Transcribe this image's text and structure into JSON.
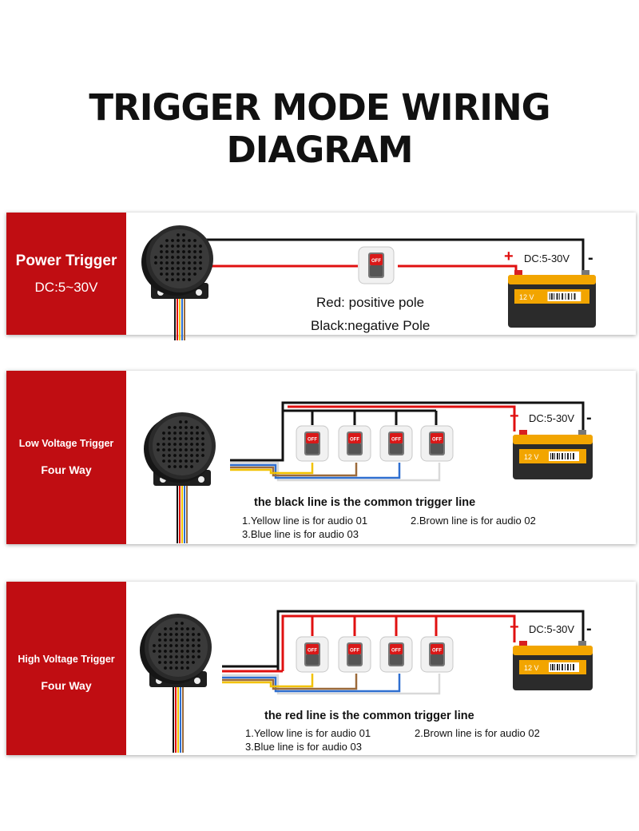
{
  "title": "TRIGGER MODE WIRING DIAGRAM",
  "panels": {
    "power": {
      "label": "Power Trigger",
      "voltage": "DC:5~30V",
      "dc_range": "DC:5-30V",
      "plus": "+",
      "minus": "-",
      "legend": [
        "Red: positive pole",
        "Black:negative Pole"
      ],
      "switch_text": "OFF",
      "battery_label": "12 V"
    },
    "low": {
      "label": "Low Voltage Trigger",
      "sub": "Four Way",
      "dc_range": "DC:5-30V",
      "plus": "+",
      "minus": "-",
      "common": "the black line is the common trigger line",
      "notes": [
        "1.Yellow line is for audio 01",
        "2.Brown line is for audio 02",
        "3.Blue line is for audio 03"
      ],
      "switch_text": "OFF",
      "battery_label": "12 V"
    },
    "high": {
      "label": "High Voltage Trigger",
      "sub": "Four Way",
      "dc_range": "DC:5-30V",
      "plus": "+",
      "minus": "-",
      "common": "the red line is the common trigger line",
      "notes": [
        "1.Yellow line is for audio 01",
        "2.Brown line is for audio 02",
        "3.Blue line is for audio 03"
      ],
      "switch_text": "OFF",
      "battery_label": "12 V"
    }
  },
  "colors": {
    "brand_red": "#c00d12",
    "wire_red": "#e01010",
    "wire_black": "#111111",
    "wire_yellow": "#f2c200",
    "wire_brown": "#9c6a3a",
    "wire_blue": "#2f6fd0",
    "wire_white": "#d9d9d9",
    "battery_body": "#2b2b2b",
    "battery_top": "#f2a500"
  }
}
